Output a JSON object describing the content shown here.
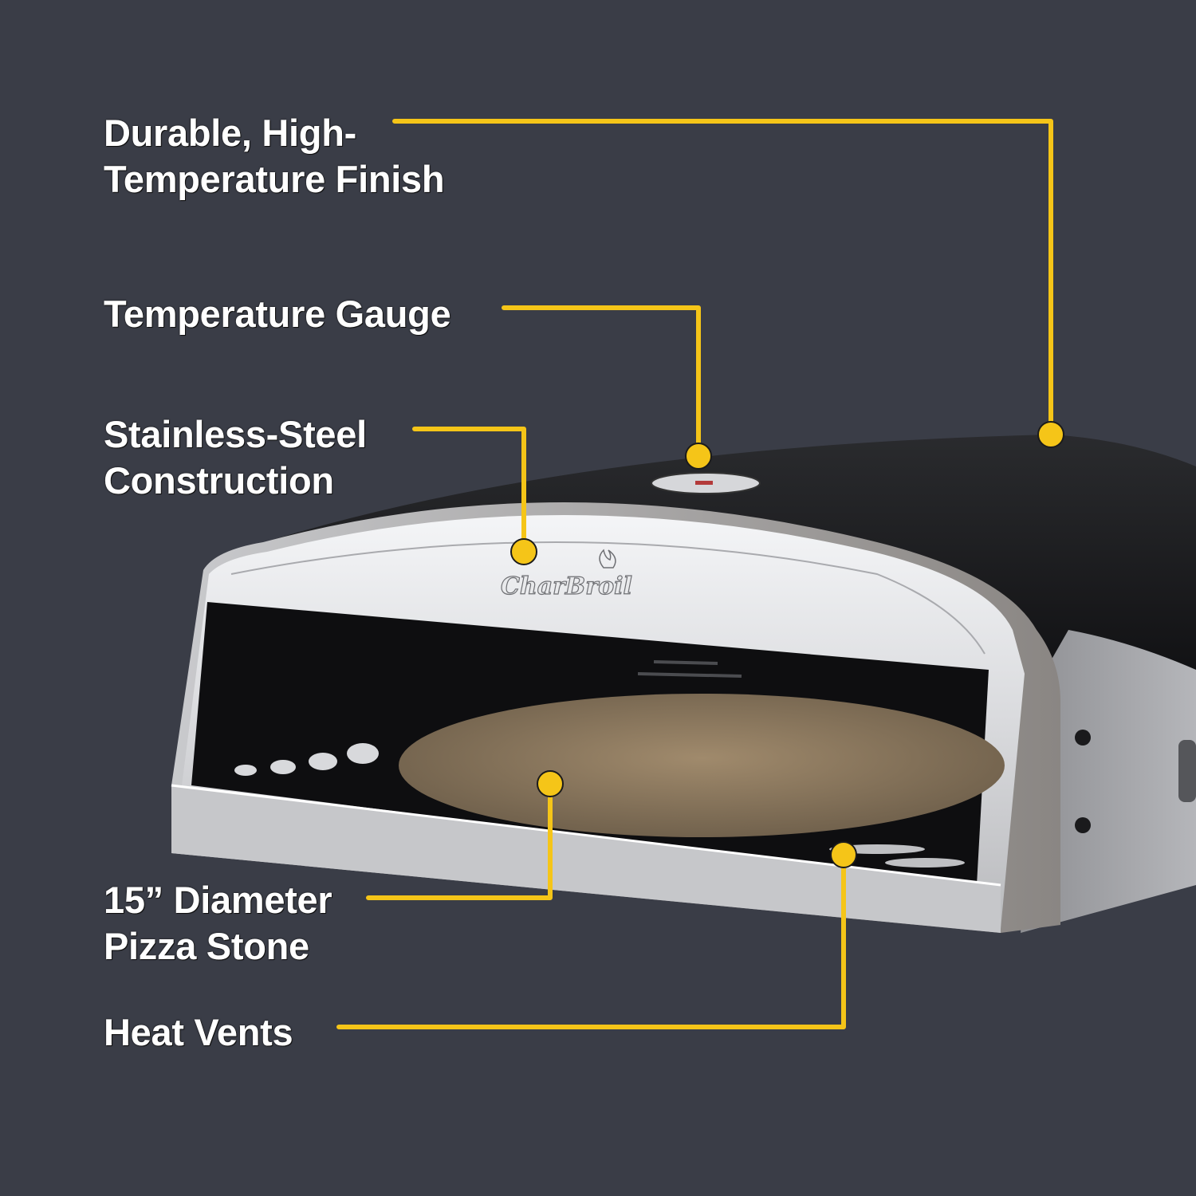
{
  "infographic": {
    "background_color": "#3a3d47",
    "accent_color": "#f5c518",
    "product": {
      "brand_logo": "Char-Broil",
      "type": "pizza oven"
    },
    "callouts": [
      {
        "id": "finish",
        "text": "Durable, High-\nTemperature Finish"
      },
      {
        "id": "gauge",
        "text": "Temperature Gauge"
      },
      {
        "id": "steel",
        "text": "Stainless-Steel\nConstruction"
      },
      {
        "id": "stone",
        "text": "15” Diameter\nPizza Stone"
      },
      {
        "id": "vents",
        "text": "Heat Vents"
      }
    ]
  }
}
